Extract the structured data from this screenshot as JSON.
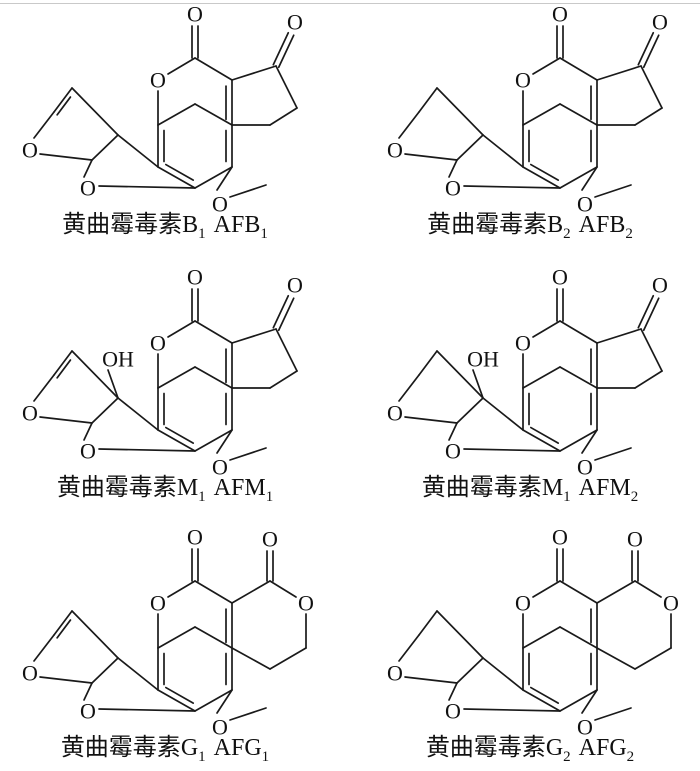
{
  "structures": [
    {
      "id": "b1",
      "dihydro": false,
      "hydroxy": false,
      "lactone_ring": false,
      "labels": {
        "carbonyl_o1": "O",
        "carbonyl_o2": "O",
        "ring_o": "O",
        "furan_o1": "O",
        "furan_o2": "O",
        "methoxy_o": "O"
      },
      "caption": {
        "name": "黄曲霉毒素",
        "letter": "B",
        "sub1": "1",
        "code": "AFB",
        "sub2": "1"
      }
    },
    {
      "id": "b2",
      "dihydro": true,
      "hydroxy": false,
      "lactone_ring": false,
      "labels": {
        "carbonyl_o1": "O",
        "carbonyl_o2": "O",
        "ring_o": "O",
        "furan_o1": "O",
        "furan_o2": "O",
        "methoxy_o": "O"
      },
      "caption": {
        "name": "黄曲霉毒素",
        "letter": "B",
        "sub1": "2",
        "code": "AFB",
        "sub2": "2"
      }
    },
    {
      "id": "m1",
      "dihydro": false,
      "hydroxy": true,
      "lactone_ring": false,
      "labels": {
        "carbonyl_o1": "O",
        "carbonyl_o2": "O",
        "ring_o": "O",
        "furan_o1": "O",
        "furan_o2": "O",
        "methoxy_o": "O",
        "hydroxy": "OH"
      },
      "caption": {
        "name": "黄曲霉毒素",
        "letter": "M",
        "sub1": "1",
        "code": "AFM",
        "sub2": "1"
      }
    },
    {
      "id": "m2",
      "dihydro": true,
      "hydroxy": true,
      "lactone_ring": false,
      "labels": {
        "carbonyl_o1": "O",
        "carbonyl_o2": "O",
        "ring_o": "O",
        "furan_o1": "O",
        "furan_o2": "O",
        "methoxy_o": "O",
        "hydroxy": "OH"
      },
      "caption": {
        "name": "黄曲霉毒素",
        "letter": "M",
        "sub1": "1",
        "code": "AFM",
        "sub2": "2"
      }
    },
    {
      "id": "g1",
      "dihydro": false,
      "hydroxy": false,
      "lactone_ring": true,
      "labels": {
        "carbonyl_o1": "O",
        "carbonyl_o2": "O",
        "ring_o": "O",
        "furan_o1": "O",
        "furan_o2": "O",
        "methoxy_o": "O",
        "lactone_o": "O"
      },
      "caption": {
        "name": "黄曲霉毒素",
        "letter": "G",
        "sub1": "1",
        "code": "AFG",
        "sub2": "1"
      }
    },
    {
      "id": "g2",
      "dihydro": true,
      "hydroxy": false,
      "lactone_ring": true,
      "labels": {
        "carbonyl_o1": "O",
        "carbonyl_o2": "O",
        "ring_o": "O",
        "furan_o1": "O",
        "furan_o2": "O",
        "methoxy_o": "O",
        "lactone_o": "O"
      },
      "caption": {
        "name": "黄曲霉毒素",
        "letter": "G",
        "sub1": "2",
        "code": "AFG",
        "sub2": "2"
      }
    }
  ]
}
